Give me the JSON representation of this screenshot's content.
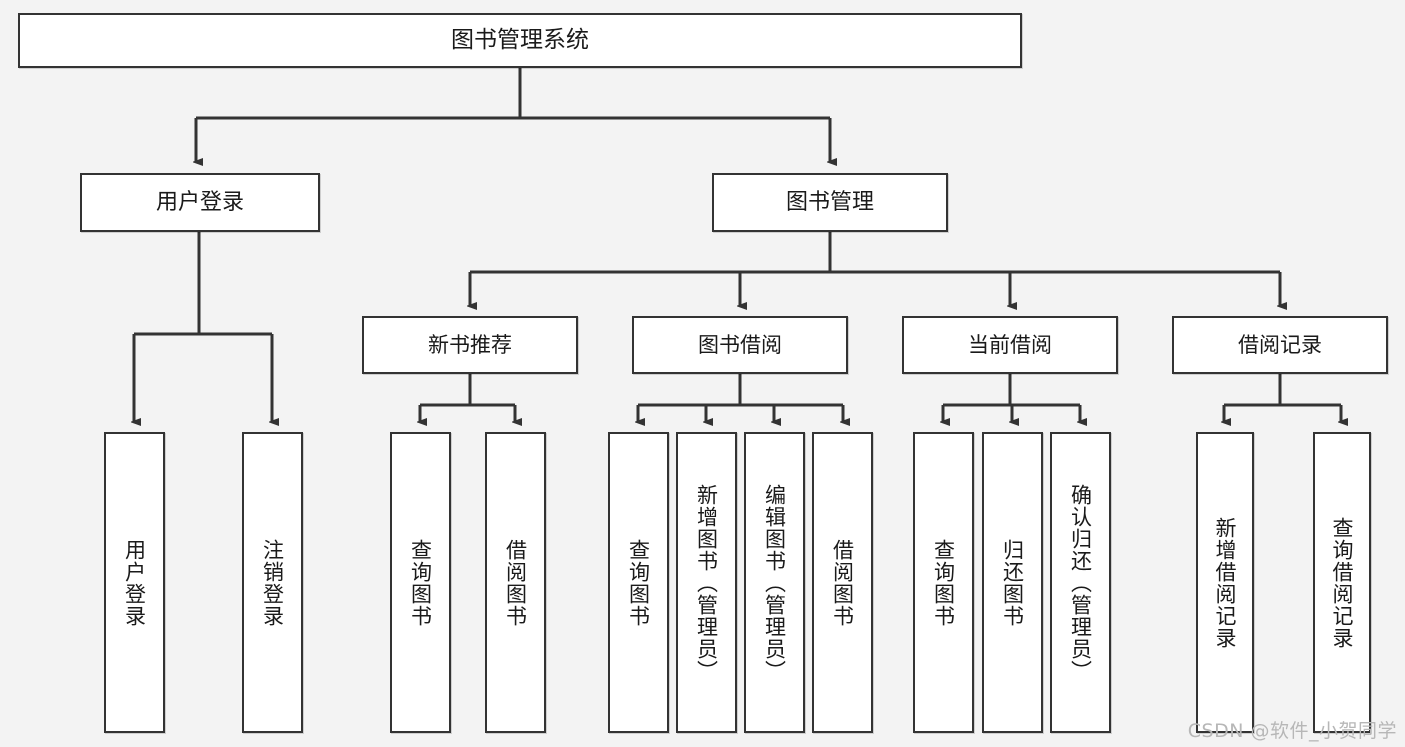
{
  "diagram": {
    "title": "图书管理系统",
    "background_color": "#f3f3f3",
    "box_fill_color": "#ffffff",
    "box_border_color": "#333333",
    "text_color": "#1a1a1a",
    "root": {
      "id": "root",
      "label": "图书管理系统"
    },
    "level1": [
      {
        "id": "user-login",
        "label": "用户登录"
      },
      {
        "id": "book-management",
        "label": "图书管理"
      }
    ],
    "level2": [
      {
        "id": "new-book-recommend",
        "label": "新书推荐"
      },
      {
        "id": "book-borrow",
        "label": "图书借阅"
      },
      {
        "id": "current-borrow",
        "label": "当前借阅"
      },
      {
        "id": "borrow-record",
        "label": "借阅记录"
      }
    ],
    "leaves": {
      "user_login": [
        {
          "id": "leaf-user-login",
          "label": "用户登录"
        },
        {
          "id": "leaf-logout-login",
          "label": "注销登录"
        }
      ],
      "new_book_recommend": [
        {
          "id": "leaf-query-book-1",
          "label": "查询图书"
        },
        {
          "id": "leaf-borrow-book-1",
          "label": "借阅图书"
        }
      ],
      "book_borrow": [
        {
          "id": "leaf-query-book-2",
          "label": "查询图书"
        },
        {
          "id": "leaf-add-book",
          "label": "新增图书（管理员）"
        },
        {
          "id": "leaf-edit-book",
          "label": "编辑图书（管理员）"
        },
        {
          "id": "leaf-borrow-book-2",
          "label": "借阅图书"
        }
      ],
      "current_borrow": [
        {
          "id": "leaf-query-book-3",
          "label": "查询图书"
        },
        {
          "id": "leaf-return-book",
          "label": "归还图书"
        },
        {
          "id": "leaf-confirm-return",
          "label": "确认归还（管理员）"
        }
      ],
      "borrow_record": [
        {
          "id": "leaf-add-record",
          "label": "新增借阅记录"
        },
        {
          "id": "leaf-query-record",
          "label": "查询借阅记录"
        }
      ]
    }
  },
  "watermark": {
    "text": "CSDN @软件_小贺同学"
  }
}
